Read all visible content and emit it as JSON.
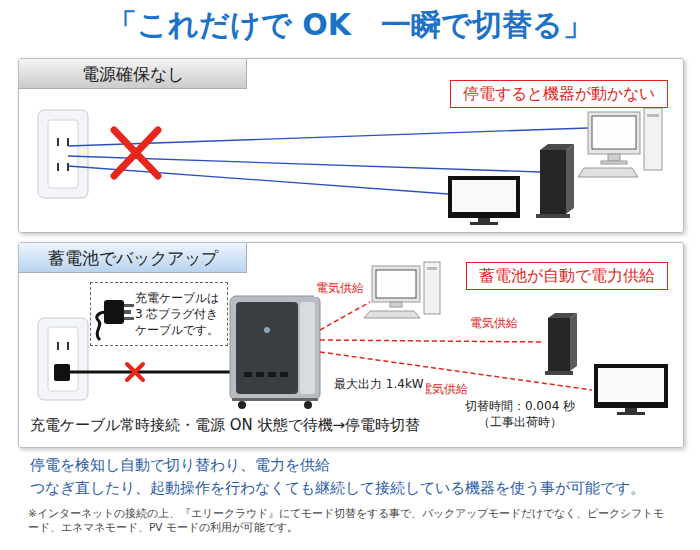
{
  "diagram": {
    "title": "「これだけで OK　一瞬で切替る」",
    "nodes": [
      {
        "text": [
          "電源確保なし"
        ]
      },
      {
        "text": [
          "停電すると機器が動かない"
        ],
        "in": 0
      },
      {
        "text": [
          "蓄電池でバックアップ"
        ]
      },
      {
        "text": [
          "蓄電池が自動で電力供給"
        ],
        "in": 2
      },
      {
        "text": [
          "充電ケーブルは 3 芯プラグ付き ケーブルです。"
        ],
        "in": 2
      }
    ],
    "labels": [
      "電気供給",
      "電気供給",
      "電気供給",
      "最大出力 1.4kW",
      "充電ケーブル常時接続・電源 ON 状態で待機→停電時切替",
      "切替時間：0.004 秒 （工事出荷時）",
      "停電を検知し自動で切り替わり、電力を供給",
      "つなぎ直したり、起動操作を行わなくても継続して接続している機器を使う事が可能です。",
      "※インターネットの接続の上、『エリークラウド』にてモード切替をする事で、バックアップモードだけでなく、ピークシフトモード、エネマネモード、PV モードの利用が可能です。"
    ]
  }
}
